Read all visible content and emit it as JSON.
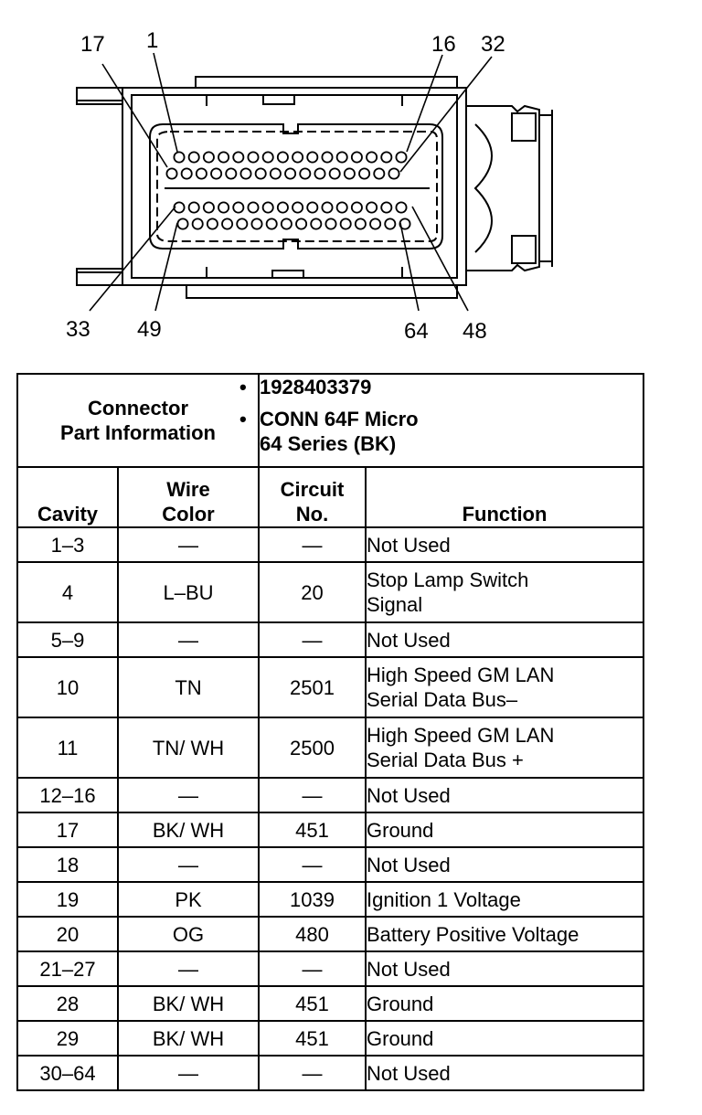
{
  "diagram": {
    "pin_callouts": [
      {
        "id": "17",
        "label": "17"
      },
      {
        "id": "1",
        "label": "1"
      },
      {
        "id": "16",
        "label": "16"
      },
      {
        "id": "32",
        "label": "32"
      },
      {
        "id": "33",
        "label": "33"
      },
      {
        "id": "49",
        "label": "49"
      },
      {
        "id": "64",
        "label": "64"
      },
      {
        "id": "48",
        "label": "48"
      }
    ]
  },
  "table": {
    "part_info_header": [
      "Connector",
      "Part Information"
    ],
    "part_info_items": [
      {
        "lines": [
          "1928403379"
        ]
      },
      {
        "lines": [
          "CONN 64F Micro",
          "64 Series (BK)"
        ]
      }
    ],
    "columns": {
      "cavity": [
        "Cavity"
      ],
      "wire_color": [
        "Wire",
        "Color"
      ],
      "circuit_no": [
        "Circuit",
        "No."
      ],
      "function": [
        "Function"
      ]
    },
    "rows": [
      {
        "cavity": "1–3",
        "wire": "—",
        "circuit": "—",
        "function": [
          "Not Used"
        ]
      },
      {
        "cavity": "4",
        "wire": "L–BU",
        "circuit": "20",
        "function": [
          "Stop Lamp Switch",
          "Signal"
        ]
      },
      {
        "cavity": "5–9",
        "wire": "—",
        "circuit": "—",
        "function": [
          "Not Used"
        ]
      },
      {
        "cavity": "10",
        "wire": "TN",
        "circuit": "2501",
        "function": [
          "High Speed GM LAN",
          "Serial Data Bus–"
        ]
      },
      {
        "cavity": "11",
        "wire": "TN/ WH",
        "circuit": "2500",
        "function": [
          "High Speed GM LAN",
          "Serial Data Bus +"
        ]
      },
      {
        "cavity": "12–16",
        "wire": "—",
        "circuit": "—",
        "function": [
          "Not Used"
        ]
      },
      {
        "cavity": "17",
        "wire": "BK/ WH",
        "circuit": "451",
        "function": [
          "Ground"
        ]
      },
      {
        "cavity": "18",
        "wire": "—",
        "circuit": "—",
        "function": [
          "Not Used"
        ]
      },
      {
        "cavity": "19",
        "wire": "PK",
        "circuit": "1039",
        "function": [
          "Ignition 1 Voltage"
        ]
      },
      {
        "cavity": "20",
        "wire": "OG",
        "circuit": "480",
        "function": [
          "Battery Positive Voltage"
        ]
      },
      {
        "cavity": "21–27",
        "wire": "—",
        "circuit": "—",
        "function": [
          "Not Used"
        ]
      },
      {
        "cavity": "28",
        "wire": "BK/ WH",
        "circuit": "451",
        "function": [
          "Ground"
        ]
      },
      {
        "cavity": "29",
        "wire": "BK/ WH",
        "circuit": "451",
        "function": [
          "Ground"
        ]
      },
      {
        "cavity": "30–64",
        "wire": "—",
        "circuit": "—",
        "function": [
          "Not Used"
        ]
      }
    ]
  }
}
